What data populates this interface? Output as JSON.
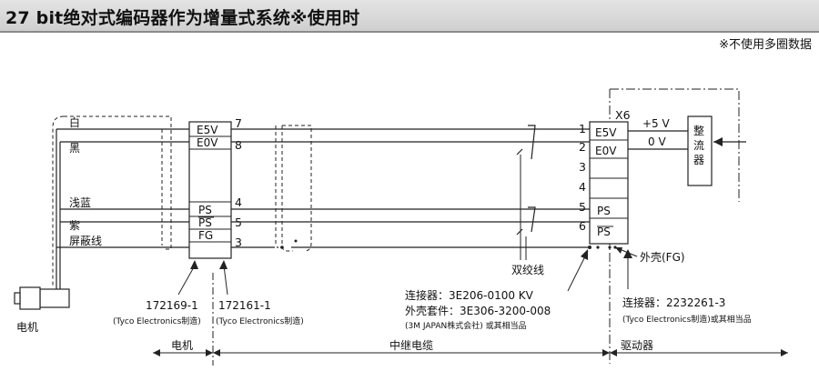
{
  "title": "27 bit绝对式编码器作为增量式系统※使用时",
  "note": "※不使用多圈数据",
  "motor": {
    "label": "电机",
    "wires": [
      "白",
      "黑",
      "浅蓝",
      "紫",
      "屏蔽线"
    ]
  },
  "motor_connector": {
    "terminals": [
      "E5V",
      "E0V",
      "PS",
      "PS",
      "FG"
    ],
    "pins": [
      "7",
      "8",
      "4",
      "5",
      "3"
    ],
    "part1": "172169-1",
    "part1_maker": "(Tyco Electronics制造)",
    "part2": "172161-1",
    "part2_maker": "(Tyco Electronics制造)"
  },
  "drive_connector": {
    "name": "X6",
    "pins": [
      "1",
      "2",
      "3",
      "4",
      "5",
      "6"
    ],
    "terminals": [
      "E5V",
      "E0V",
      "",
      "",
      "PS",
      "PS"
    ],
    "voltage_plus": "+5 V",
    "voltage_zero": "0 V",
    "rectifier": [
      "整",
      "流",
      "器"
    ],
    "shell_label": "外壳(FG)"
  },
  "twisted_pair": "双绞线",
  "relay_connector": {
    "line1": "连接器：3E206-0100 KV",
    "line2": "外壳套件：3E306-3200-008",
    "line3": "(3M JAPAN株式会社) 或其相当品"
  },
  "drive_part": {
    "line1": "连接器：2232261-3",
    "line2": "(Tyco Electronics制造)或其相当品"
  },
  "sections": [
    "电机",
    "中继电缆",
    "驱动器"
  ]
}
